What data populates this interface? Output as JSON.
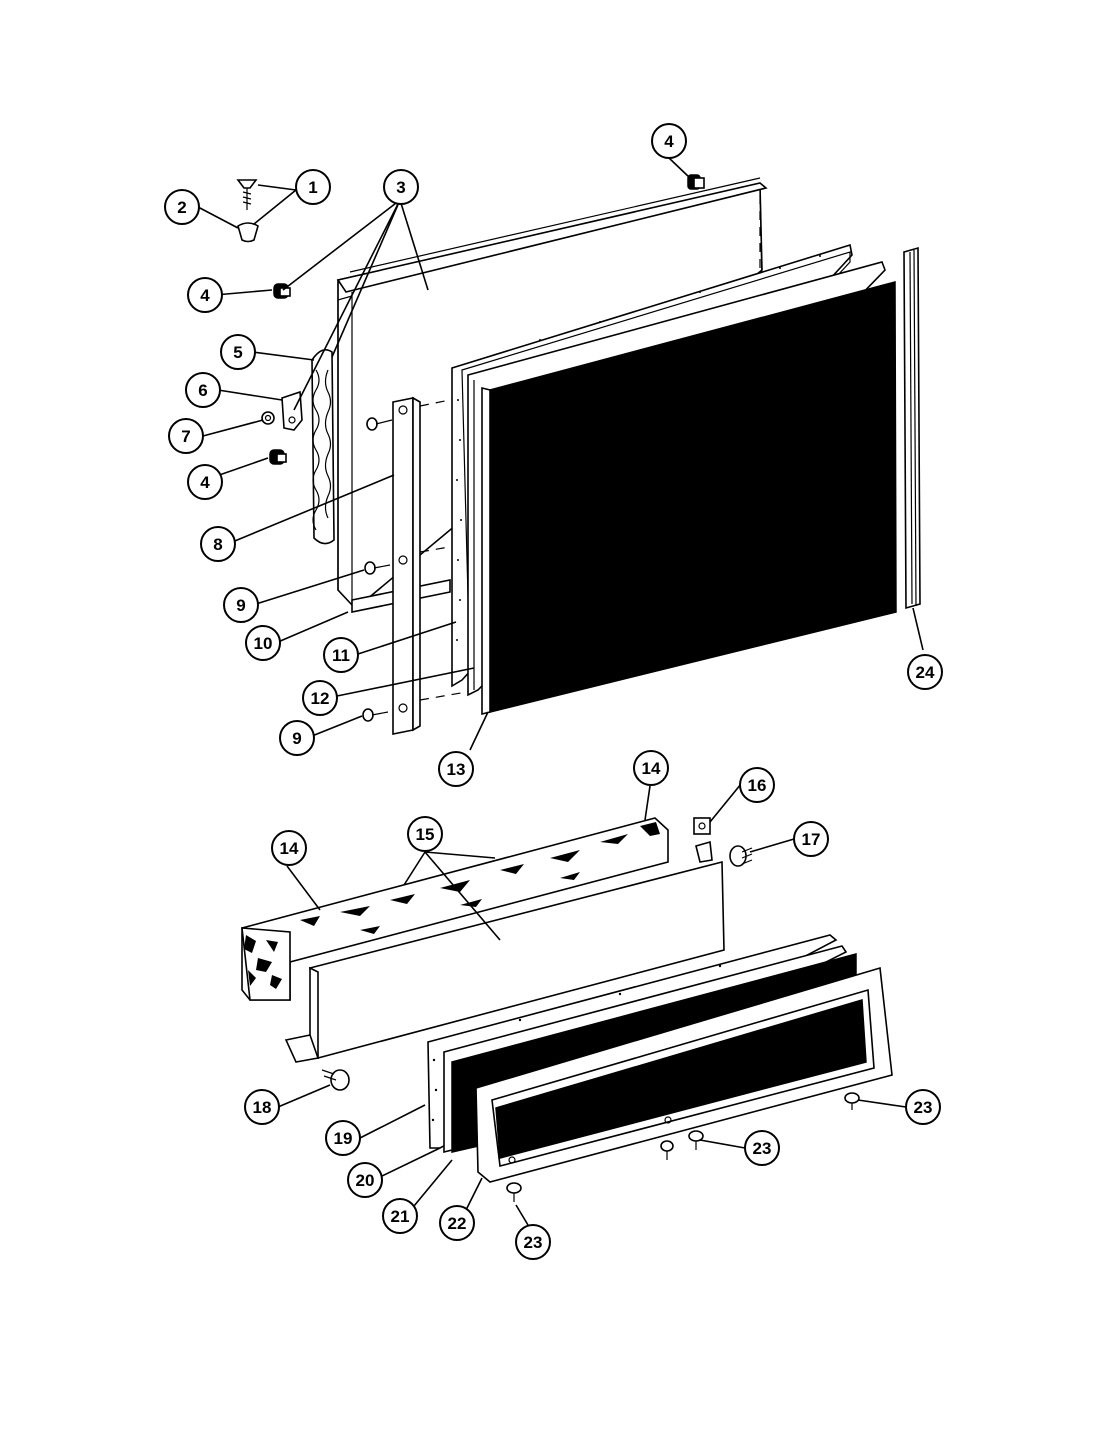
{
  "callouts": [
    {
      "id": "c1",
      "label": "1"
    },
    {
      "id": "c2",
      "label": "2"
    },
    {
      "id": "c3",
      "label": "3"
    },
    {
      "id": "c4a",
      "label": "4"
    },
    {
      "id": "c4b",
      "label": "4"
    },
    {
      "id": "c4c",
      "label": "4"
    },
    {
      "id": "c5",
      "label": "5"
    },
    {
      "id": "c6",
      "label": "6"
    },
    {
      "id": "c7",
      "label": "7"
    },
    {
      "id": "c8",
      "label": "8"
    },
    {
      "id": "c9a",
      "label": "9"
    },
    {
      "id": "c9b",
      "label": "9"
    },
    {
      "id": "c10",
      "label": "10"
    },
    {
      "id": "c11",
      "label": "11"
    },
    {
      "id": "c12",
      "label": "12"
    },
    {
      "id": "c13",
      "label": "13"
    },
    {
      "id": "c14a",
      "label": "14"
    },
    {
      "id": "c14b",
      "label": "14"
    },
    {
      "id": "c15",
      "label": "15"
    },
    {
      "id": "c16",
      "label": "16"
    },
    {
      "id": "c17",
      "label": "17"
    },
    {
      "id": "c18",
      "label": "18"
    },
    {
      "id": "c19",
      "label": "19"
    },
    {
      "id": "c20",
      "label": "20"
    },
    {
      "id": "c21",
      "label": "21"
    },
    {
      "id": "c22",
      "label": "22"
    },
    {
      "id": "c23a",
      "label": "23"
    },
    {
      "id": "c23b",
      "label": "23"
    },
    {
      "id": "c23c",
      "label": "23"
    },
    {
      "id": "c24",
      "label": "24"
    }
  ]
}
